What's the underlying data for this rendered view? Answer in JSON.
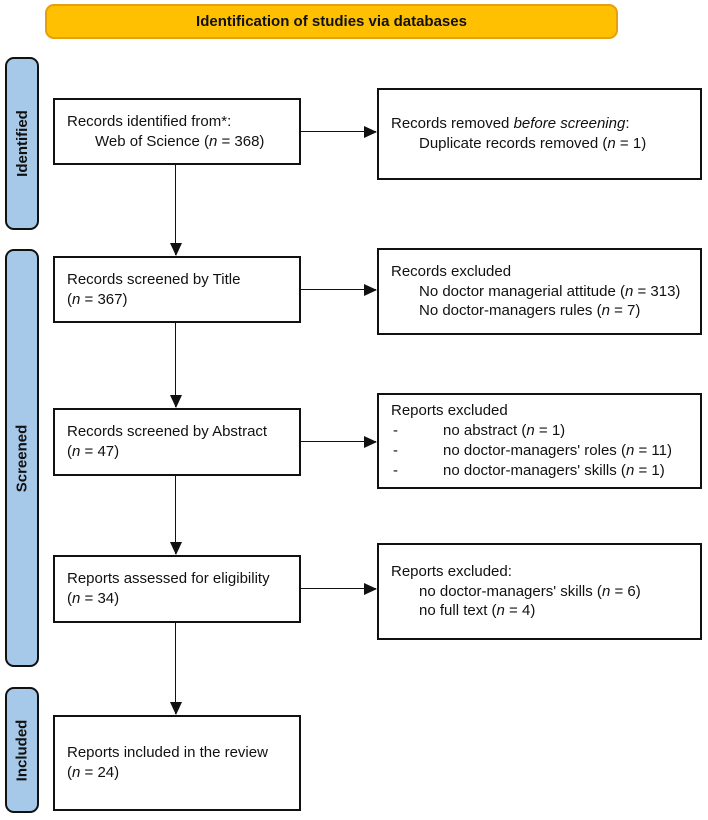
{
  "banner": {
    "title": "Identification of studies via databases"
  },
  "colors": {
    "banner_fill": "#FFC001",
    "banner_border": "#E3A00F",
    "stage_fill": "#A6C9E9",
    "ink": "#111111"
  },
  "stages": [
    {
      "label": "Identified"
    },
    {
      "label": "Screened"
    },
    {
      "label": "Included"
    }
  ],
  "flow_boxes": [
    {
      "name": "records-identified",
      "lines": [
        {
          "segments": [
            {
              "t": "Records identified from*:"
            }
          ]
        },
        {
          "indent": 1,
          "segments": [
            {
              "t": "Web of Science ("
            },
            {
              "t": "n",
              "i": true
            },
            {
              "t": " = 368)"
            }
          ]
        }
      ]
    },
    {
      "name": "records-screened-by-title",
      "lines": [
        {
          "segments": [
            {
              "t": "Records screened by Title"
            }
          ]
        },
        {
          "segments": [
            {
              "t": "("
            },
            {
              "t": "n",
              "i": true
            },
            {
              "t": " = 367)"
            }
          ]
        }
      ]
    },
    {
      "name": "records-screened-by-abstract",
      "lines": [
        {
          "segments": [
            {
              "t": "Records screened by Abstract"
            }
          ]
        },
        {
          "segments": [
            {
              "t": "("
            },
            {
              "t": "n",
              "i": true
            },
            {
              "t": " = 47)"
            }
          ]
        }
      ]
    },
    {
      "name": "reports-assessed-for-eligibility",
      "lines": [
        {
          "segments": [
            {
              "t": "Reports assessed for eligibility"
            }
          ]
        },
        {
          "segments": [
            {
              "t": "("
            },
            {
              "t": "n",
              "i": true
            },
            {
              "t": " = 34)"
            }
          ]
        }
      ]
    },
    {
      "name": "reports-included-in-review",
      "lines": [
        {
          "segments": [
            {
              "t": "Reports included in the review"
            }
          ]
        },
        {
          "segments": [
            {
              "t": "("
            },
            {
              "t": "n",
              "i": true
            },
            {
              "t": " = 24)"
            }
          ]
        }
      ]
    }
  ],
  "side_boxes": [
    {
      "name": "records-removed-before-screening",
      "lines": [
        {
          "segments": [
            {
              "t": "Records removed "
            },
            {
              "t": "before screening",
              "i": true
            },
            {
              "t": ":"
            }
          ]
        },
        {
          "indent": 1,
          "segments": [
            {
              "t": "Duplicate records removed ("
            },
            {
              "t": "n",
              "i": true
            },
            {
              "t": " = 1)"
            }
          ]
        }
      ]
    },
    {
      "name": "records-excluded-title",
      "lines": [
        {
          "segments": [
            {
              "t": "Records excluded"
            }
          ]
        },
        {
          "indent": 1,
          "segments": [
            {
              "t": "No doctor managerial attitude ("
            },
            {
              "t": "n",
              "i": true
            },
            {
              "t": " = 313)"
            }
          ]
        },
        {
          "indent": 1,
          "segments": [
            {
              "t": "No doctor-managers rules ("
            },
            {
              "t": "n",
              "i": true
            },
            {
              "t": " = 7)"
            }
          ]
        }
      ]
    },
    {
      "name": "reports-excluded-abstract",
      "lines": [
        {
          "segments": [
            {
              "t": "Reports excluded"
            }
          ]
        },
        {
          "bullet": "-",
          "segments": [
            {
              "t": "no abstract ("
            },
            {
              "t": "n",
              "i": true
            },
            {
              "t": " = 1)"
            }
          ]
        },
        {
          "bullet": "-",
          "segments": [
            {
              "t": "no doctor-managers' roles ("
            },
            {
              "t": "n",
              "i": true
            },
            {
              "t": " = 11)"
            }
          ]
        },
        {
          "bullet": "-",
          "segments": [
            {
              "t": "no doctor-managers' skills ("
            },
            {
              "t": "n",
              "i": true
            },
            {
              "t": " = 1)"
            }
          ]
        }
      ]
    },
    {
      "name": "reports-excluded-eligibility",
      "lines": [
        {
          "segments": [
            {
              "t": "Reports excluded:"
            }
          ]
        },
        {
          "indent": 1,
          "segments": [
            {
              "t": "no doctor-managers' skills ("
            },
            {
              "t": "n",
              "i": true
            },
            {
              "t": " = 6)"
            }
          ]
        },
        {
          "indent": 1,
          "segments": [
            {
              "t": "no full text ("
            },
            {
              "t": "n",
              "i": true
            },
            {
              "t": " = 4)"
            }
          ]
        }
      ]
    }
  ]
}
